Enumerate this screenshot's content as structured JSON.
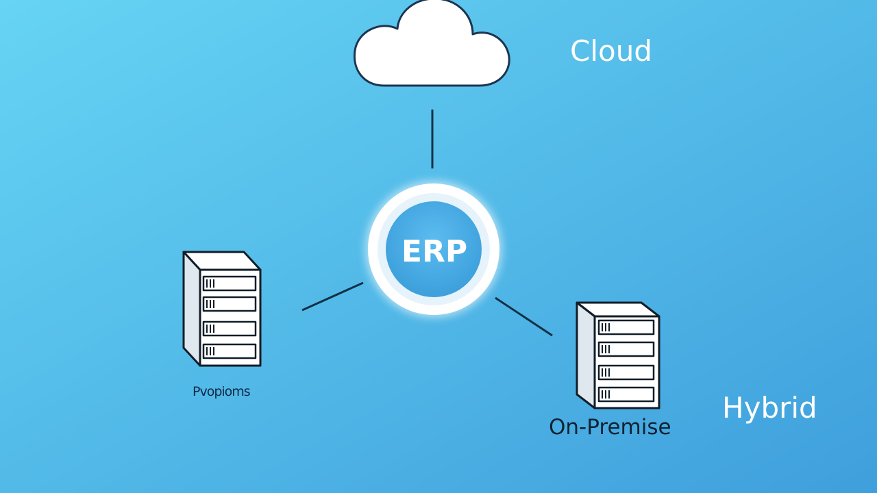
{
  "colors": {
    "background_start": "#66d4f4",
    "background_end": "#3f9fdc",
    "hub_ring": "#ffffff",
    "hub_fill": "#4aaee6",
    "line": "#123047",
    "cloud_fill": "#ffffff",
    "server_fill": "#ffffff"
  },
  "labels": {
    "cloud": "Cloud",
    "hub": "ERP",
    "left_server": "Pvopioms",
    "right_server": "On-Premise",
    "hybrid": "Hybrid"
  },
  "icons": {
    "cloud": "cloud-icon",
    "left_server": "server-icon",
    "right_server": "server-icon"
  }
}
